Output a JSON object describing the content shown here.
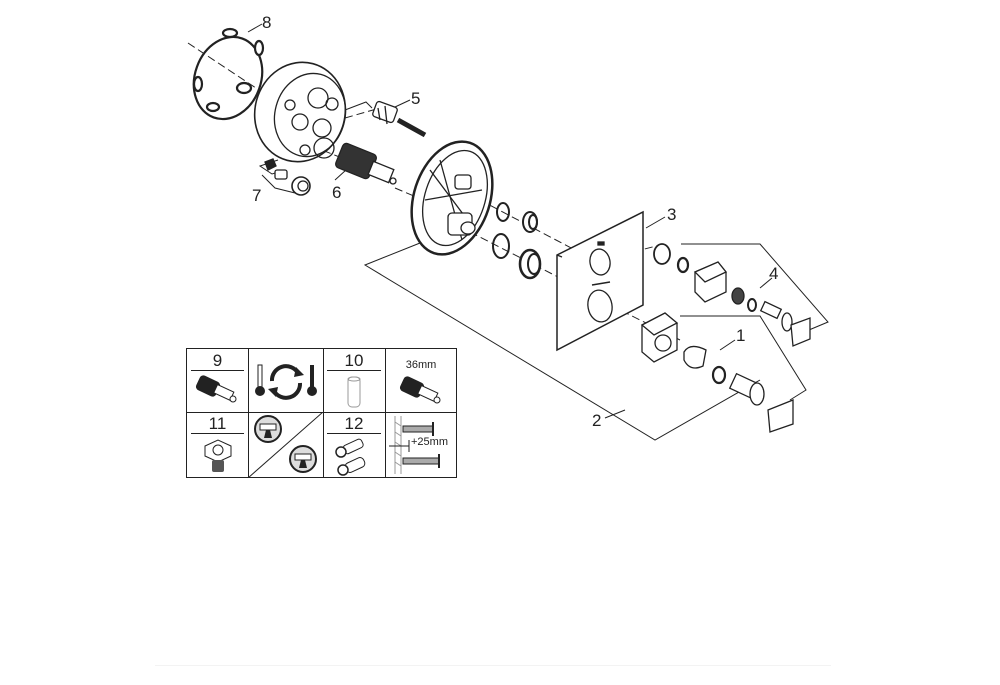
{
  "diagram": {
    "type": "exploded-parts-view",
    "subject": "concealed thermostatic shower valve trim set",
    "part_labels": [
      {
        "id": "1",
        "text": "1"
      },
      {
        "id": "2",
        "text": "2"
      },
      {
        "id": "3",
        "text": "3"
      },
      {
        "id": "4",
        "text": "4"
      },
      {
        "id": "5",
        "text": "5"
      },
      {
        "id": "6",
        "text": "6"
      },
      {
        "id": "7",
        "text": "7"
      },
      {
        "id": "8",
        "text": "8"
      }
    ],
    "accessory_table": {
      "cells": [
        {
          "number": "9",
          "icon": "thermostatic-cartridge-icon"
        },
        {
          "number": "",
          "icon": "hot-cold-reverse-icon"
        },
        {
          "number": "10",
          "icon": "extension-sleeve-icon"
        },
        {
          "number": "",
          "label": "36mm",
          "icon": "cartridge-36mm-icon"
        },
        {
          "number": "11",
          "icon": "mounting-adapter-icon"
        },
        {
          "number": "",
          "icon": "finish-option-icons"
        },
        {
          "number": "12",
          "icon": "extension-pieces-icon"
        },
        {
          "number": "",
          "label": "+25mm",
          "icon": "wall-depth-extension-icon"
        }
      ]
    },
    "colors": {
      "line": "#222222",
      "background": "#ffffff"
    }
  }
}
